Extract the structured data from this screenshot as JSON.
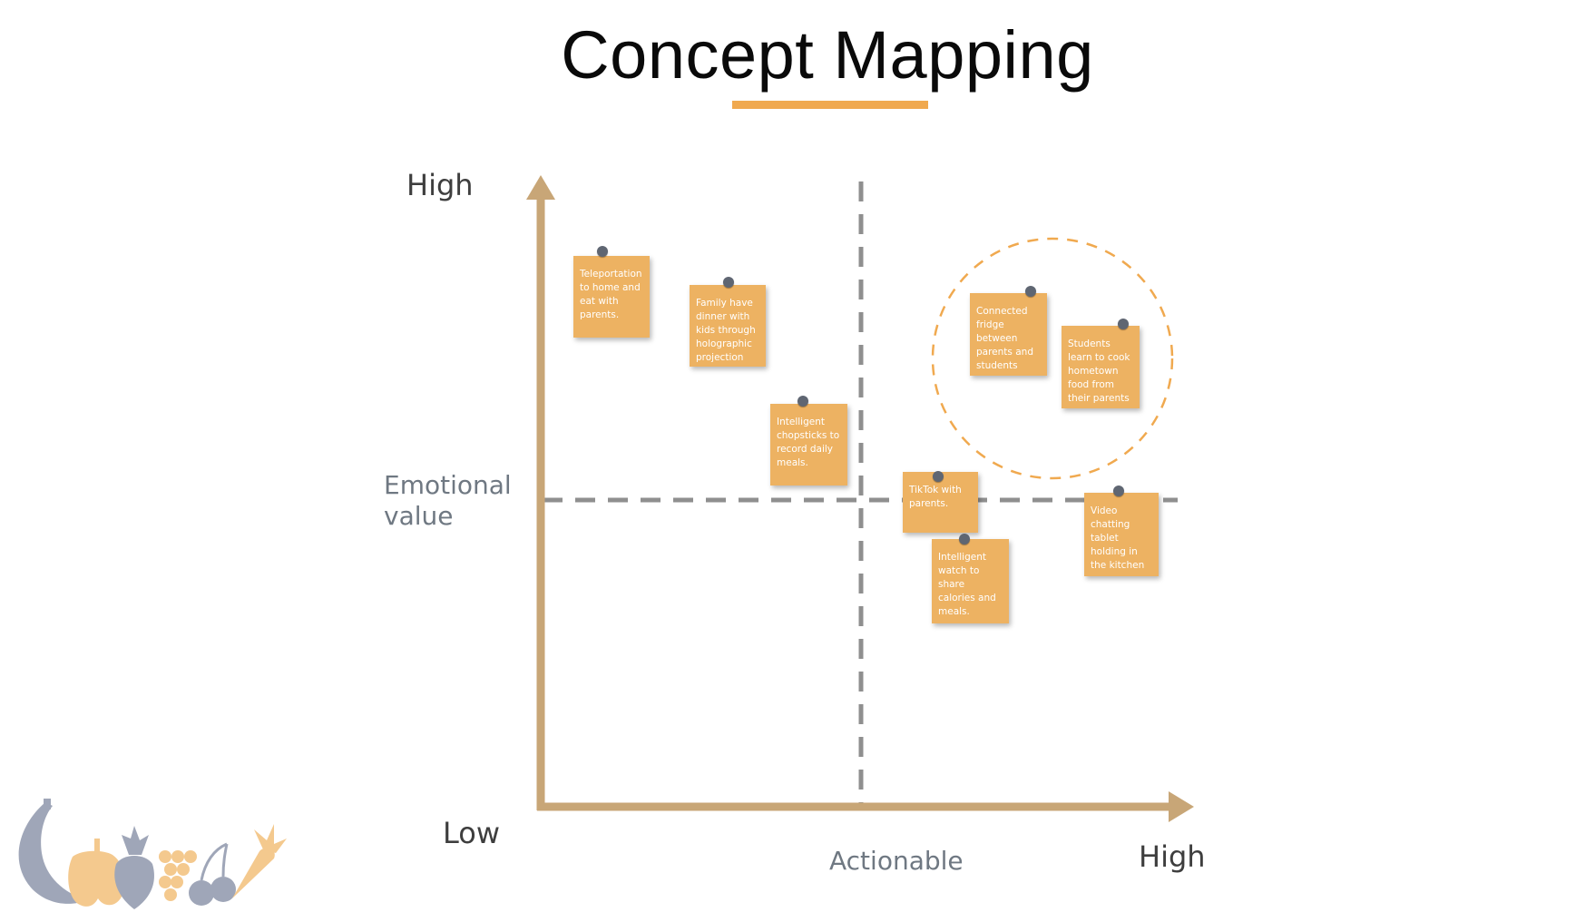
{
  "title": "Concept Mapping",
  "colors": {
    "accent": "#f0a94f",
    "axis": "#c8a677",
    "note": "#edb262",
    "pin": "#5f6672",
    "divider": "#8f8f8f"
  },
  "y_axis": {
    "high": "High",
    "label_line1": "Emotional",
    "label_line2": "value"
  },
  "x_axis": {
    "low": "Low",
    "label": "Actionable",
    "high": "High"
  },
  "notes": [
    "Teleportation to home and eat with parents.",
    "Family have dinner with kids through holographic projection",
    "Intelligent chopsticks to record daily meals.",
    "Connected fridge between parents and students",
    "Students learn to cook hometown food from their parents",
    "TikTok with parents.",
    "Video chatting tablet holding in the kitchen",
    "Intelligent watch to share calories and meals."
  ],
  "logo_icons": [
    "banana-icon",
    "pepper-icon",
    "beet-icon",
    "grapes-icon",
    "cherry-icon",
    "carrot-icon"
  ]
}
